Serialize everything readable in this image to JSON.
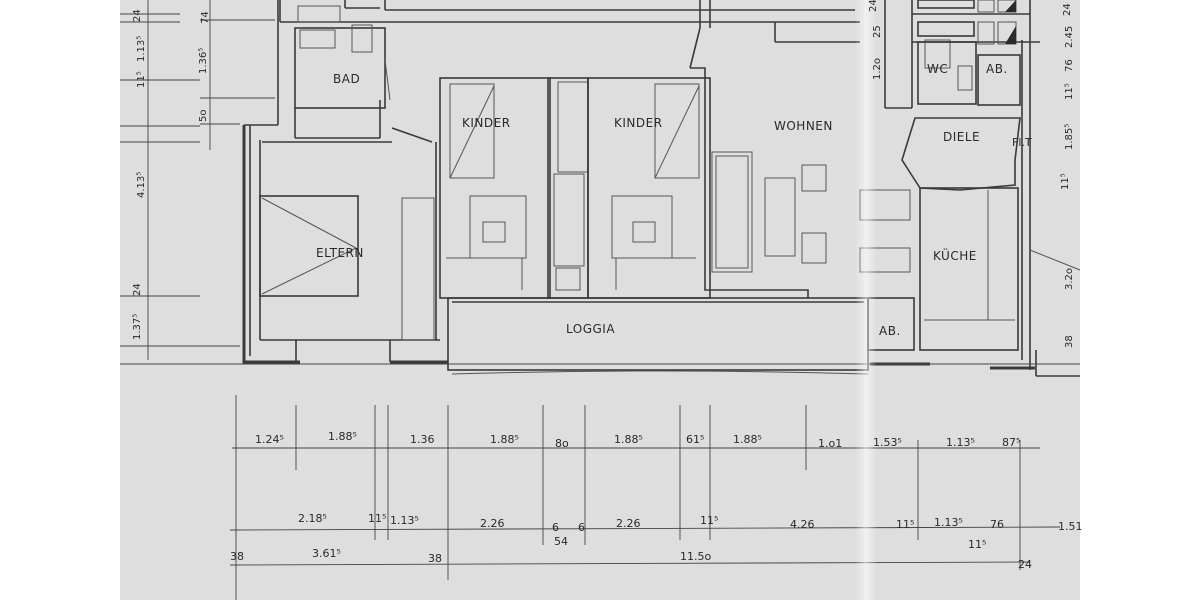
{
  "rooms": {
    "bad": "BAD",
    "kinder_1": "KINDER",
    "kinder_2": "KINDER",
    "wohnen": "WOHNEN",
    "wc": "WC",
    "ab_top": "AB.",
    "diele": "DIELE",
    "fl_t": "Fl.T",
    "eltern": "ELTERN",
    "kueche": "KÜCHE",
    "loggia": "LOGGIA",
    "ab_bottom": "AB."
  },
  "dims_row1": [
    "1.24⁵",
    "1.88⁵",
    "1.36",
    "1.88⁵",
    "8o",
    "1.88⁵",
    "61⁵",
    "1.88⁵",
    "1.o1",
    "1.53⁵",
    "1.13⁵",
    "87⁵"
  ],
  "dims_row2": [
    "2.18⁵",
    "11⁵",
    "1.13⁵",
    "2.26",
    "6",
    "6",
    "2.26",
    "11⁵",
    "4.26",
    "11⁵",
    "1.13⁵",
    "76",
    "1.51"
  ],
  "dims_row2_extra": [
    "54",
    "11⁵"
  ],
  "dims_row3": [
    "38",
    "3.61⁵",
    "38",
    "11.5o",
    "24"
  ],
  "dims_left_a": [
    "24",
    "1.13⁵",
    "11⁵",
    "4.13⁵",
    "24",
    "1.37⁵"
  ],
  "dims_left_b": [
    "74",
    "1.36⁵",
    "5o"
  ],
  "dims_mid_v": [
    "24",
    "25",
    "1.2o"
  ],
  "dims_right": [
    "24",
    "2.45",
    "76",
    "11⁵",
    "1.85⁵",
    "11⁵",
    "3.2o",
    "38"
  ]
}
